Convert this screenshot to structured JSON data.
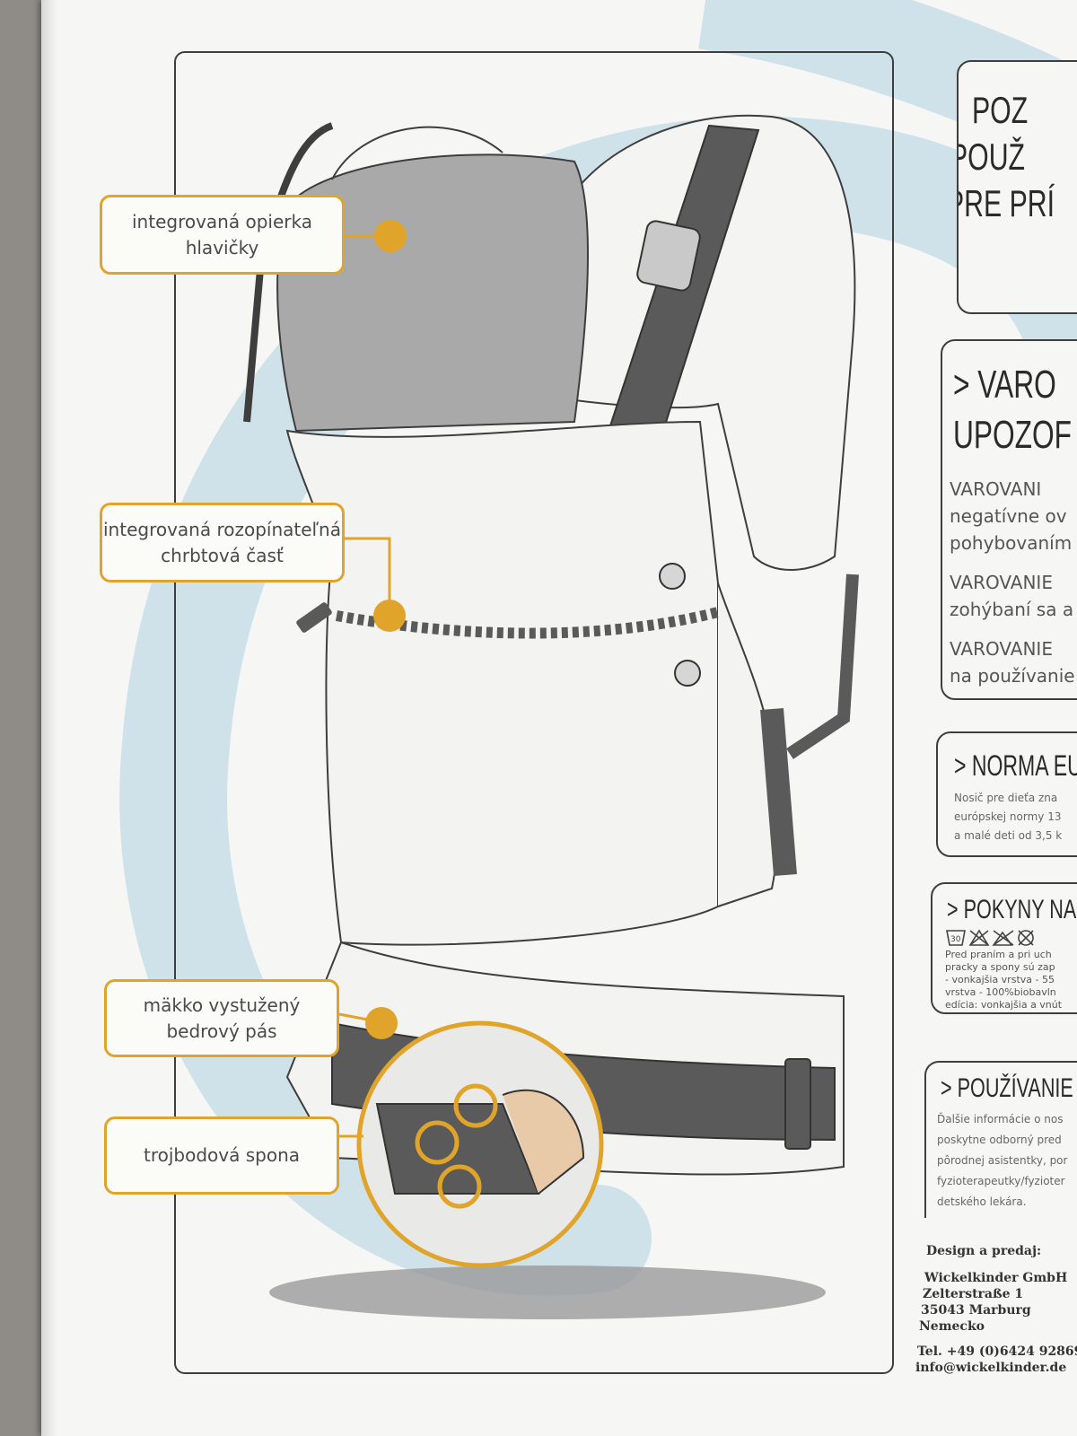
{
  "colors": {
    "accent": "#e0a42a",
    "logo": "#cfe2ea",
    "outline": "#3e3e3e",
    "paper": "#f6f7f5"
  },
  "callouts": [
    {
      "lines": [
        "integrovaná opierka",
        "hlavičky"
      ]
    },
    {
      "lines": [
        "integrovaná rozopínateľná",
        "chrbtová časť"
      ]
    },
    {
      "lines": [
        "mäkko vystužený",
        "bedrový pás"
      ]
    },
    {
      "lines": [
        "trojbodová spona"
      ]
    }
  ],
  "panels": {
    "top": {
      "lines": [
        "POZ",
        "POUŽ",
        "PRE PRÍ"
      ]
    },
    "warnings": {
      "title_lines": [
        "> VARO",
        "UPOZOF"
      ],
      "body": [
        "VAROVANI",
        "negatívne ov",
        "pohybovaním",
        "VAROVANIE",
        "zohýbaní sa a",
        "VAROVANIE",
        "na používanie"
      ]
    },
    "norm": {
      "title": "> NORMA EU",
      "body": [
        "Nosič pre dieťa zna",
        "európskej normy 13",
        "a malé deti od 3,5 k"
      ]
    },
    "care": {
      "title": "> POKYNY NA",
      "symbols": [
        "wash-30-icon",
        "no-bleach-icon",
        "no-tumble-dry-icon",
        "no-dry-clean-icon"
      ],
      "body": [
        "Pred praním a pri uch",
        "pracky a spony sú zap",
        "- vonkajšia vrstva - 55",
        "vrstva - 100%biobavln",
        "edícia: vonkajšia a vnút"
      ]
    },
    "usage": {
      "title": "> POUŽÍVANIE",
      "body": [
        "Ďalšie informácie o nos",
        "poskytne odborný pred",
        "pôrodnej asistentky, por",
        "fyzioterapeutky/fyzioter",
        "detského lekára."
      ]
    }
  },
  "contact": {
    "heading": "Design a predaj:",
    "company": "Wickelkinder GmbH",
    "street": "Zelterstraße 1",
    "city": "35043 Marburg",
    "country": "Nemecko",
    "phone": "Tel. +49 (0)6424 92869",
    "email": "info@wickelkinder.de"
  }
}
